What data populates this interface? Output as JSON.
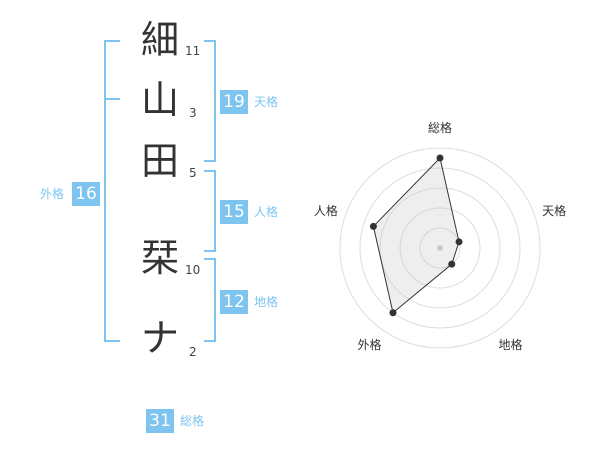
{
  "name": {
    "chars": [
      {
        "char": "細",
        "strokes": "11"
      },
      {
        "char": "山",
        "strokes": "3"
      },
      {
        "char": "田",
        "strokes": "5"
      },
      {
        "char": "栞",
        "strokes": "10"
      },
      {
        "char": "ナ",
        "strokes": "2"
      }
    ]
  },
  "kaku": {
    "tenkaku": {
      "value": "19",
      "label": "天格"
    },
    "jinkaku": {
      "value": "15",
      "label": "人格"
    },
    "chikaku": {
      "value": "12",
      "label": "地格"
    },
    "gaikaku": {
      "value": "16",
      "label": "外格"
    },
    "soukaku": {
      "value": "31",
      "label": "総格"
    }
  },
  "colors": {
    "accent": "#7ec4f0",
    "text": "#333333"
  },
  "chart_data": {
    "type": "radar",
    "axes": [
      "総格",
      "天格",
      "地格",
      "外格",
      "人格"
    ],
    "values": [
      4.5,
      1,
      1,
      4,
      3.5
    ],
    "rmax": 5,
    "rings": 5
  }
}
